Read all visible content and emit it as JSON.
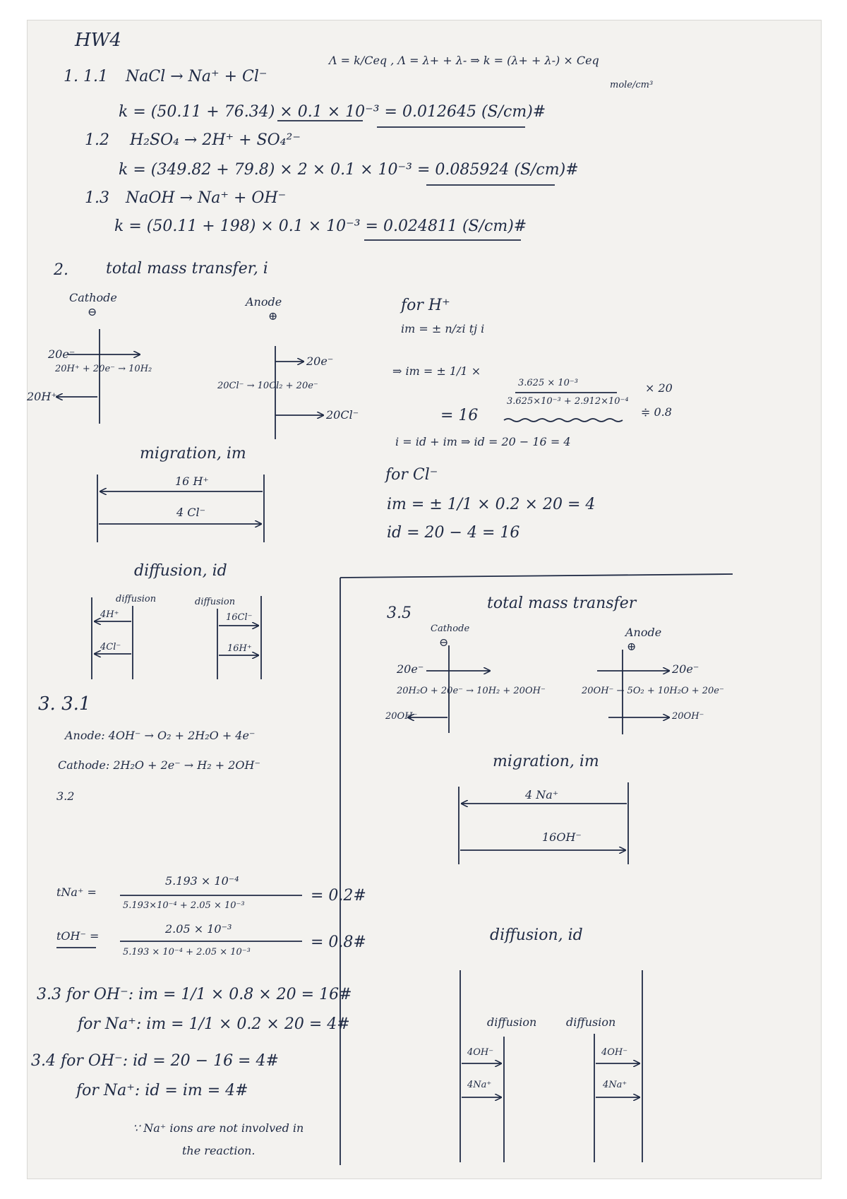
{
  "title": "HW4",
  "q1": {
    "header_formula": "Λ = k/Ceq , Λ = λ+ + λ- ⇒ k = (λ+ + λ-) × Ceq",
    "header_unit": "mole/cm³",
    "p1_1": {
      "label": "1. 1.1",
      "reaction": "NaCl → Na⁺ + Cl⁻",
      "calc": "k = (50.11 + 76.34) × 0.1 × 10⁻³ = 0.012645 (S/cm)#"
    },
    "p1_2": {
      "label": "1.2",
      "reaction": "H₂SO₄ → 2H⁺ + SO₄²⁻",
      "calc": "k = (349.82 + 79.8) × 2 × 0.1 × 10⁻³ = 0.085924 (S/cm)#"
    },
    "p1_3": {
      "label": "1.3",
      "reaction": "NaOH → Na⁺ + OH⁻",
      "calc": "k = (50.11 + 198) × 0.1 × 10⁻³ = 0.024811 (S/cm)#"
    }
  },
  "q2": {
    "label": "2.",
    "heading": "total mass transfer, i",
    "cathode_label": "Cathode",
    "cathode_sign": "⊖",
    "anode_label": "Anode",
    "anode_sign": "⊕",
    "cathode_e": "20e⁻",
    "cathode_reaction": "20H⁺ + 20e⁻ → 10H₂",
    "cathode_h": "20H⁺",
    "anode_e": "20e⁻",
    "anode_reaction": "20Cl⁻ → 10Cl₂ + 20e⁻",
    "anode_cl": "20Cl⁻",
    "migration_title": "migration, im",
    "migration_h": "16 H⁺",
    "migration_cl": "4 Cl⁻",
    "diffusion_title": "diffusion, id",
    "diff_label_left": "diffusion",
    "diff_label_right": "diffusion",
    "diff_left_1": "4H⁺",
    "diff_left_2": "4Cl⁻",
    "diff_right_1": "16Cl⁻",
    "diff_right_2": "16H⁺",
    "calc_h": {
      "title": "for H⁺",
      "line1": "im = ± n/zi tj i",
      "line2_left": "⇒ im = ± 1/1 ×",
      "line2_num": "3.625 × 10⁻³",
      "line2_den": "3.625×10⁻³ + 2.912×10⁻⁴",
      "line2_right": "× 20",
      "note": "≑ 0.8",
      "line3": "= 16",
      "line4": "i = id + im ⇒ id = 20 − 16 = 4"
    },
    "calc_cl": {
      "title": "for Cl⁻",
      "line1": "im = ± 1/1 × 0.2 × 20 = 4",
      "line2": "id = 20 − 4 = 16"
    }
  },
  "q3": {
    "label": "3. 3.1",
    "anode": "Anode: 4OH⁻ → O₂ + 2H₂O + 4e⁻",
    "cathode": "Cathode: 2H₂O + 2e⁻ → H₂ + 2OH⁻",
    "p3_2": {
      "label": "3.2",
      "t_na_label": "tNa⁺ =",
      "t_na_num": "5.193 × 10⁻⁴",
      "t_na_den": "5.193×10⁻⁴ + 2.05 × 10⁻³",
      "t_na_val": "= 0.2#",
      "t_oh_label": "tOH⁻ =",
      "t_oh_num": "2.05 × 10⁻³",
      "t_oh_den": "5.193 × 10⁻⁴ + 2.05 × 10⁻³",
      "t_oh_val": "= 0.8#"
    },
    "p3_3": {
      "line1": "3.3 for OH⁻: im = 1/1 × 0.8 × 20 = 16#",
      "line2": "for Na⁺: im = 1/1 × 0.2 × 20 = 4#"
    },
    "p3_4": {
      "line1": "3.4 for OH⁻: id = 20 − 16 = 4#",
      "line2": "for Na⁺: id = im = 4#",
      "note1": "∵ Na⁺ ions are not involved in",
      "note2": "the reaction."
    },
    "p3_5": {
      "label": "3.5",
      "heading": "total mass transfer",
      "cathode_label": "Cathode",
      "cathode_sign": "⊖",
      "anode_label": "Anode",
      "anode_sign": "⊕",
      "cathode_e": "20e⁻",
      "cathode_reaction": "20H₂O + 20e⁻ → 10H₂ + 20OH⁻",
      "cathode_oh": "20OH⁻",
      "anode_e": "20e⁻",
      "anode_reaction": "20OH⁻ → 5O₂ + 10H₂O + 20e⁻",
      "anode_oh": "20OH⁻",
      "migration_title": "migration, im",
      "migration_na": "4 Na⁺",
      "migration_oh": "16OH⁻",
      "diffusion_title": "diffusion, id",
      "diff_label_left": "diffusion",
      "diff_label_right": "diffusion",
      "diff_left_1": "4OH⁻",
      "diff_left_2": "4Na⁺",
      "diff_right_1": "4OH⁻",
      "diff_right_2": "4Na⁺"
    }
  }
}
